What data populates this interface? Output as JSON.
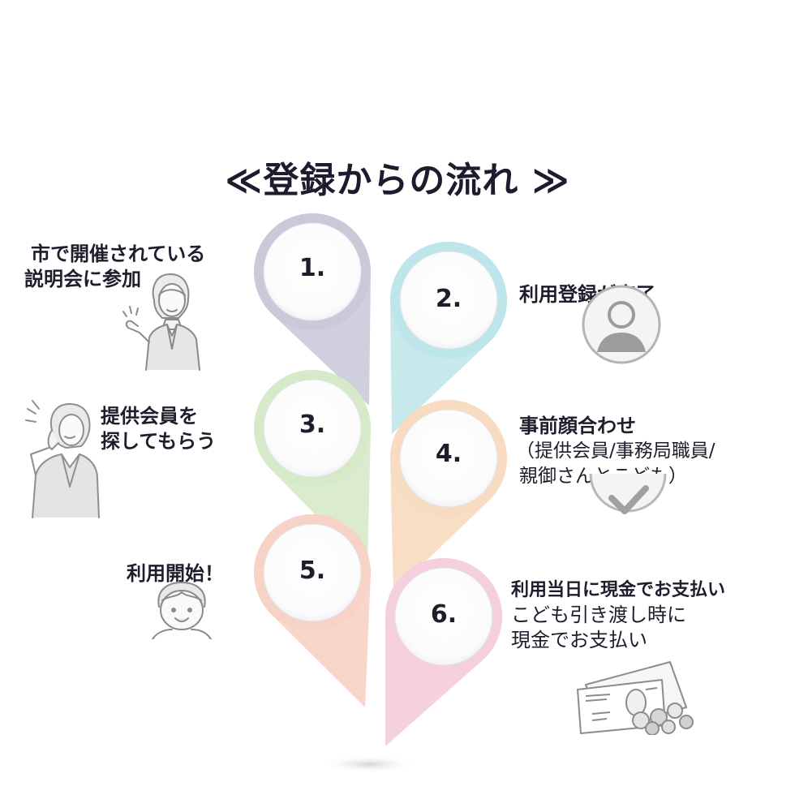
{
  "title": "≪登録からの流れ ≫",
  "steps": [
    {
      "num": "1.",
      "title_lines": [
        "市で開催されている",
        "説明会に参加"
      ],
      "detail_lines": [],
      "ring_color": "#c9c9d9",
      "tail_color": "#bfbfd2",
      "icon": "presenter-woman-icon"
    },
    {
      "num": "2.",
      "title_lines": [
        "利用登録が完了"
      ],
      "detail_lines": [],
      "ring_color": "#bde6ea",
      "tail_color": "#b6e2e6",
      "icon": "user-avatar-icon"
    },
    {
      "num": "3.",
      "title_lines": [
        "提供会員を",
        "探してもらう"
      ],
      "detail_lines": [],
      "ring_color": "#d6e9c8",
      "tail_color": "#cde6bc",
      "icon": "thinking-woman-icon"
    },
    {
      "num": "4.",
      "title_lines": [
        "事前顔合わせ"
      ],
      "detail_lines": [
        "（提供会員/事務局職員/",
        "親御さんとこども）"
      ],
      "ring_color": "#f7dcc2",
      "tail_color": "#f6d3b1",
      "icon": "checkmark-icon"
    },
    {
      "num": "5.",
      "title_lines": [
        "利用開始！"
      ],
      "detail_lines": [],
      "ring_color": "#f6d3c6",
      "tail_color": "#f5c9b8",
      "icon": "child-face-icon"
    },
    {
      "num": "6.",
      "title_lines": [
        "利用当日に現金でお支払い"
      ],
      "detail_lines": [
        "こども引き渡し時に",
        "現金でお支払い"
      ],
      "ring_color": "#f5cfdd",
      "tail_color": "#f2c2d3",
      "icon": "cash-coins-icon"
    }
  ]
}
